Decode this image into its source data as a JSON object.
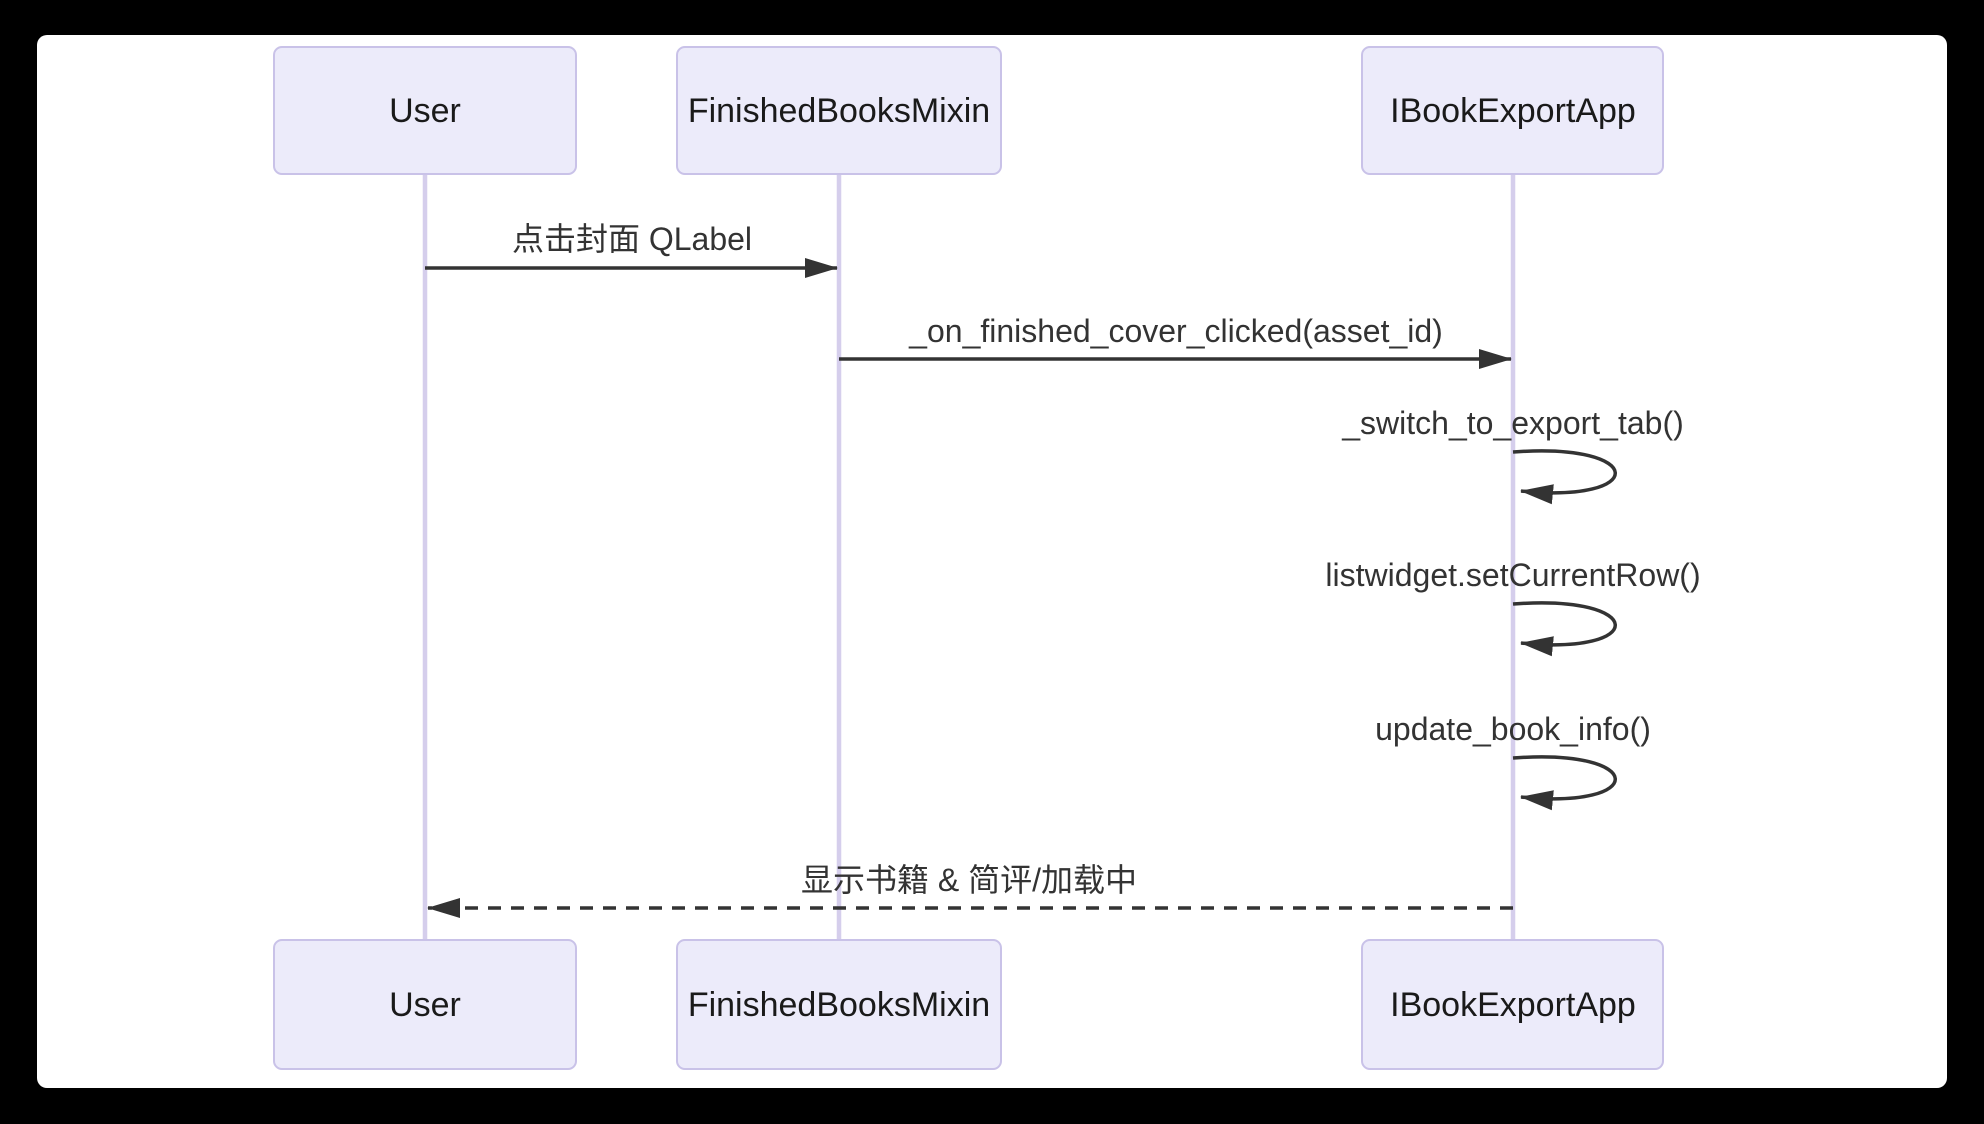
{
  "diagram": {
    "type": "sequence-diagram",
    "actors": [
      {
        "name": "User"
      },
      {
        "name": "FinishedBooksMixin"
      },
      {
        "name": "IBookExportApp"
      }
    ],
    "messages": [
      {
        "from": "User",
        "to": "FinishedBooksMixin",
        "label": "点击封面 QLabel",
        "line": "solid",
        "arrow": "filled"
      },
      {
        "from": "FinishedBooksMixin",
        "to": "IBookExportApp",
        "label": "_on_finished_cover_clicked(asset_id)",
        "line": "solid",
        "arrow": "filled"
      },
      {
        "from": "IBookExportApp",
        "to": "IBookExportApp",
        "label": "_switch_to_export_tab()",
        "line": "self-loop",
        "arrow": "filled"
      },
      {
        "from": "IBookExportApp",
        "to": "IBookExportApp",
        "label": "listwidget.setCurrentRow()",
        "line": "self-loop",
        "arrow": "filled"
      },
      {
        "from": "IBookExportApp",
        "to": "IBookExportApp",
        "label": "update_book_info()",
        "line": "self-loop",
        "arrow": "filled"
      },
      {
        "from": "IBookExportApp",
        "to": "User",
        "label": "显示书籍 & 简评/加载中",
        "line": "dashed",
        "arrow": "filled"
      }
    ]
  },
  "colors": {
    "page_bg": "#000000",
    "canvas_bg": "#ffffff",
    "actor_fill": "#ECEBFA",
    "actor_border": "#C9C2E8",
    "actor_text": "#1a1a1a",
    "lifeline": "#D5CEEC",
    "arrow": "#333333",
    "message_text": "#333333"
  }
}
